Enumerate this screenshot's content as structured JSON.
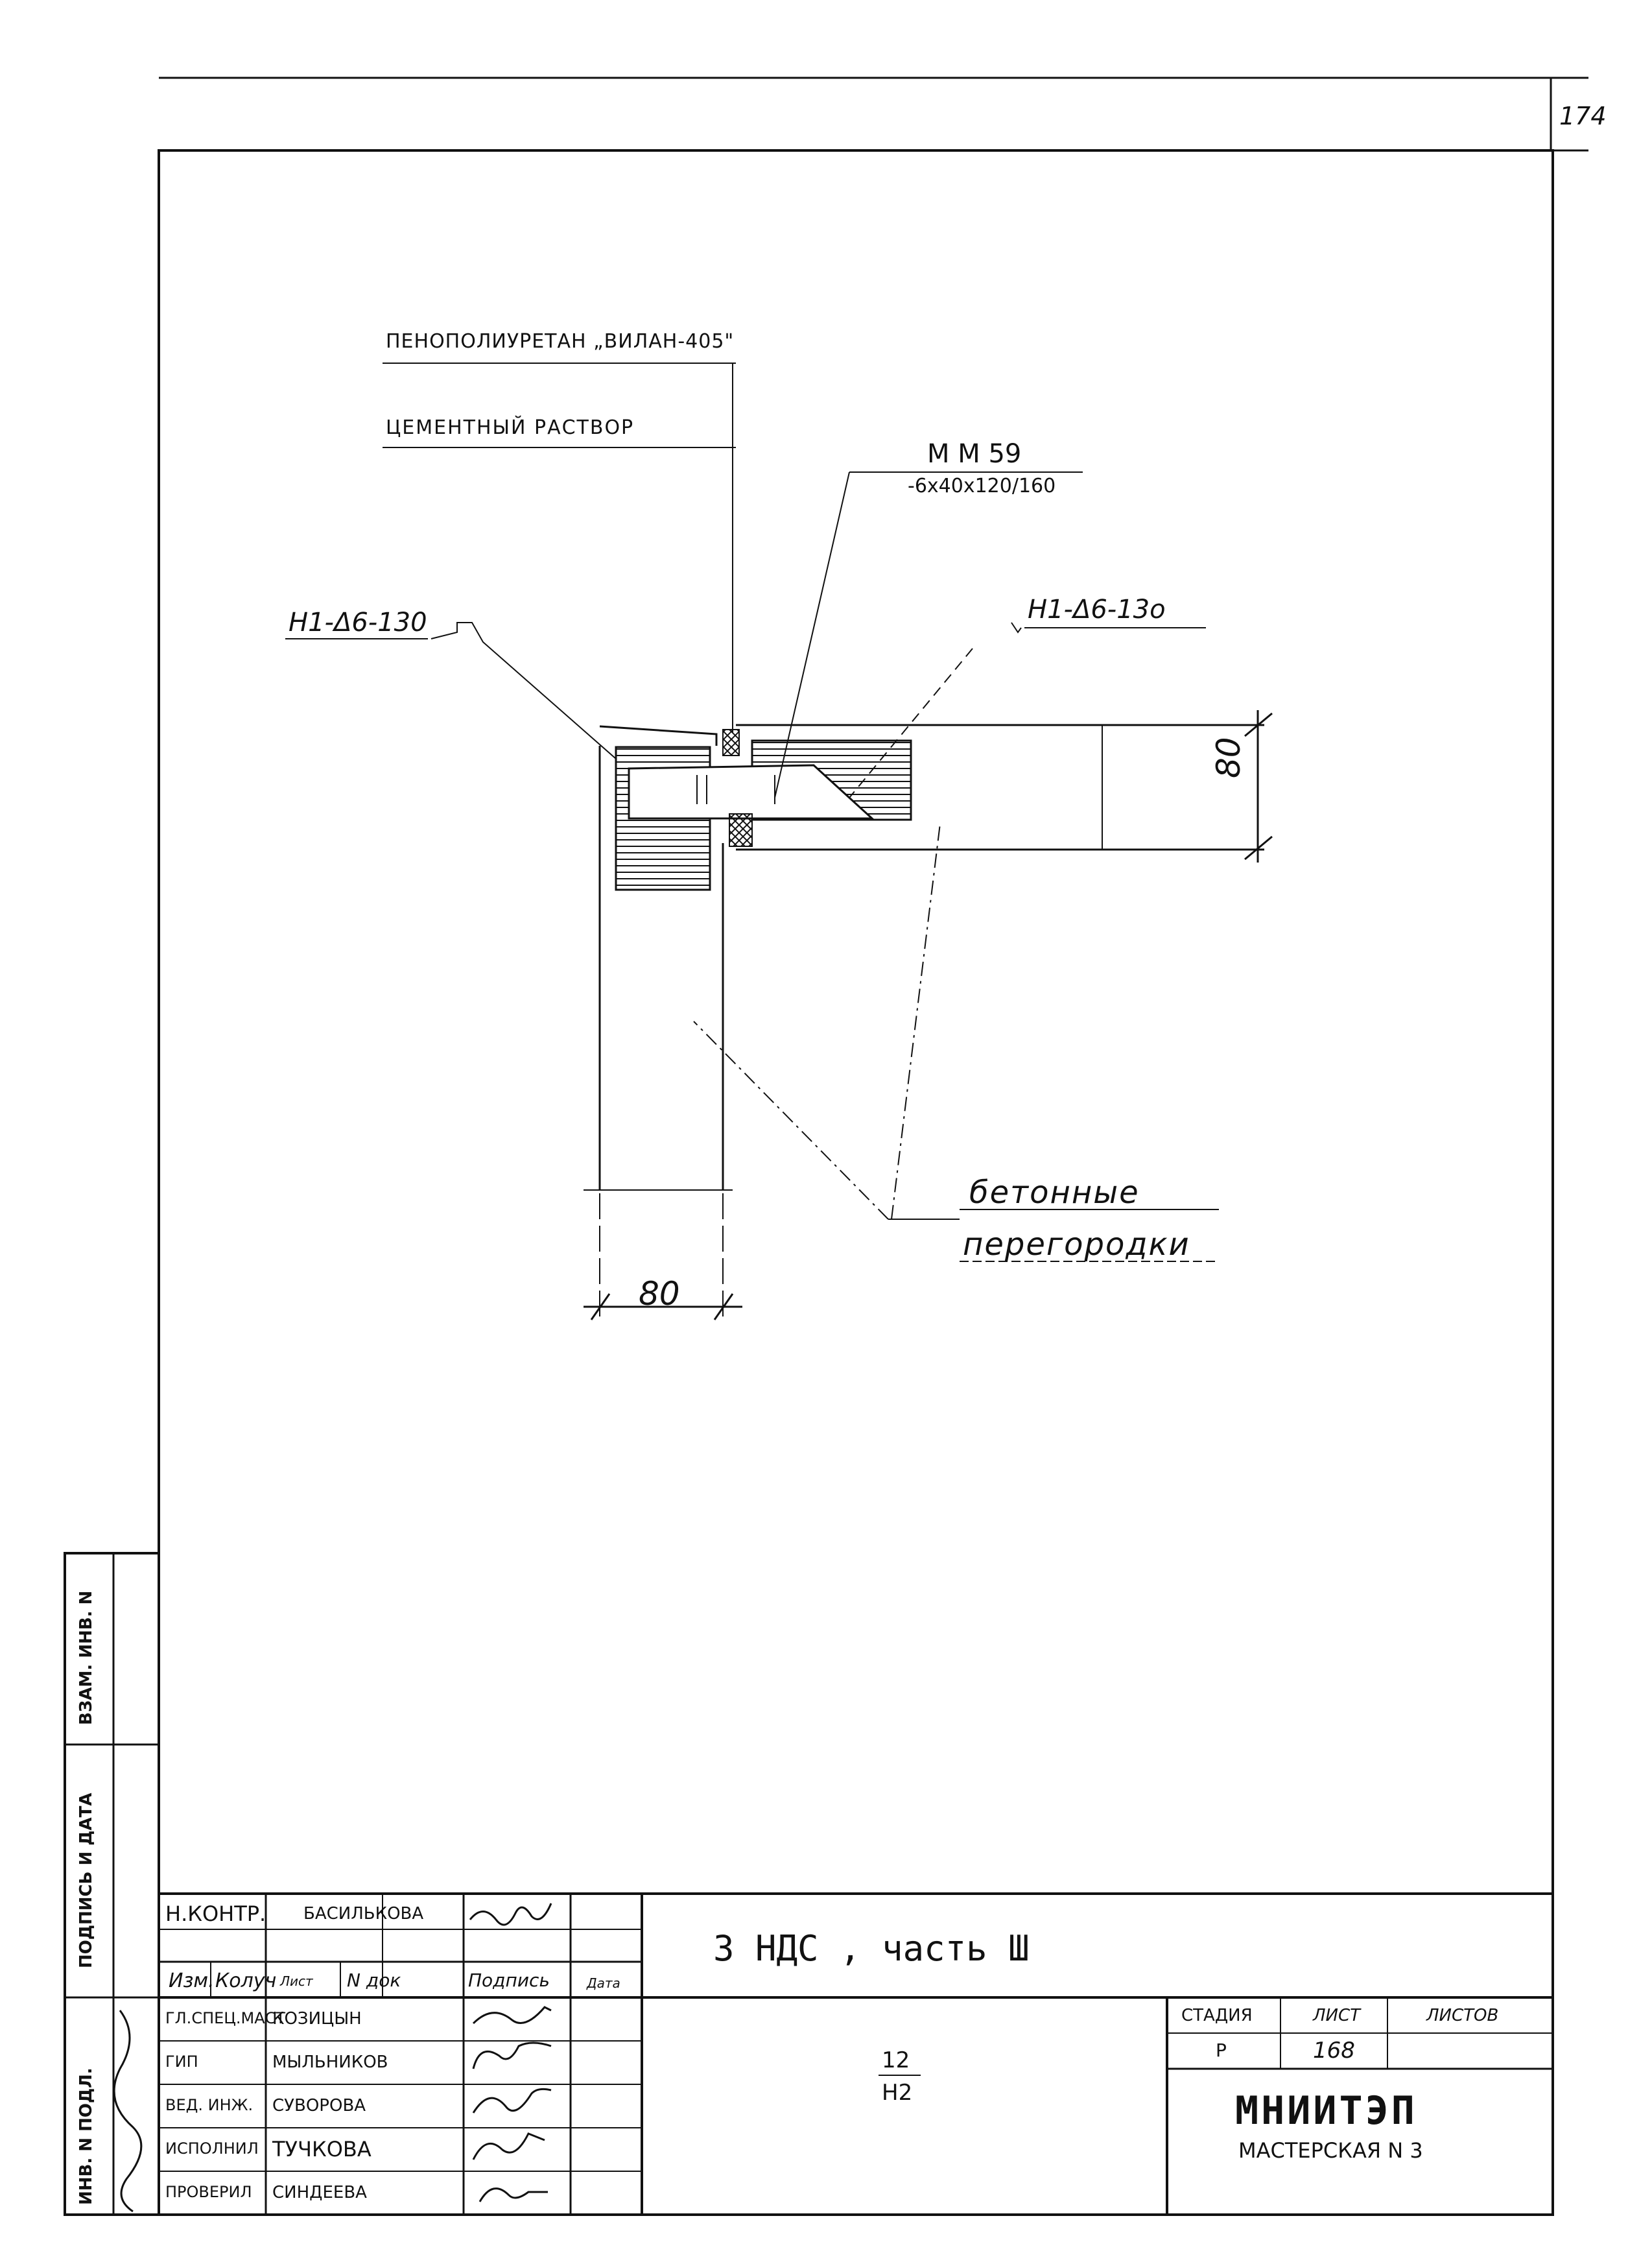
{
  "page_number": "174",
  "drawing": {
    "label_foam": "ПЕНОПОЛИУРЕТАН „ВИЛАН-405\"",
    "label_mortar": "ЦЕМЕНТНЫЙ РАСТВОР",
    "label_mm59": "М М 59",
    "label_mm59_sub": "-6х40х120/160",
    "label_h1_left": "Н1-Δ6-130",
    "label_h1_right": "Н1-Δ6-13о",
    "dim_right": "80",
    "dim_bottom": "80",
    "label_partitions_1": "бетонные",
    "label_partitions_2": "перегородки"
  },
  "side_stamp": {
    "inv_vzam": "ВЗАМ. ИНВ. N",
    "podpis_data": "ПОДПИСЬ И ДАТА",
    "inv_podl": "ИНВ. N ПОДЛ."
  },
  "title_block": {
    "n_kontr": "Н.КОНТР.",
    "n_kontr_name": "БАСИЛЬКОВА",
    "izm": "Изм.",
    "kol_uch": "Колуч",
    "list_hdr": "Лист",
    "n_dok": "N док",
    "podpis": "Подпись",
    "data": "Дата",
    "roles": [
      {
        "role": "ГЛ.СПЕЦ.МАСТ",
        "name": "КОЗИЦЫН"
      },
      {
        "role": "ГИП",
        "name": "МЫЛЬНИКОВ"
      },
      {
        "role": "ВЕД. ИНЖ.",
        "name": "СУВОРОВА"
      },
      {
        "role": "ИСПОЛНИЛ",
        "name": "ТУЧКОВА"
      },
      {
        "role": "ПРОВЕРИЛ",
        "name": "СИНДЕЕВА"
      }
    ],
    "project_title": "3 НДС , часть Ш",
    "sheet_code_top": "12",
    "sheet_code_bottom": "Н2",
    "stadia_hdr": "СТАДИЯ",
    "list_col_hdr": "ЛИСТ",
    "listov_hdr": "ЛИСТОВ",
    "stadia": "Р",
    "list_no": "168",
    "org_name": "МНИИТЭП",
    "org_sub": "МАСТЕРСКАЯ N 3"
  }
}
